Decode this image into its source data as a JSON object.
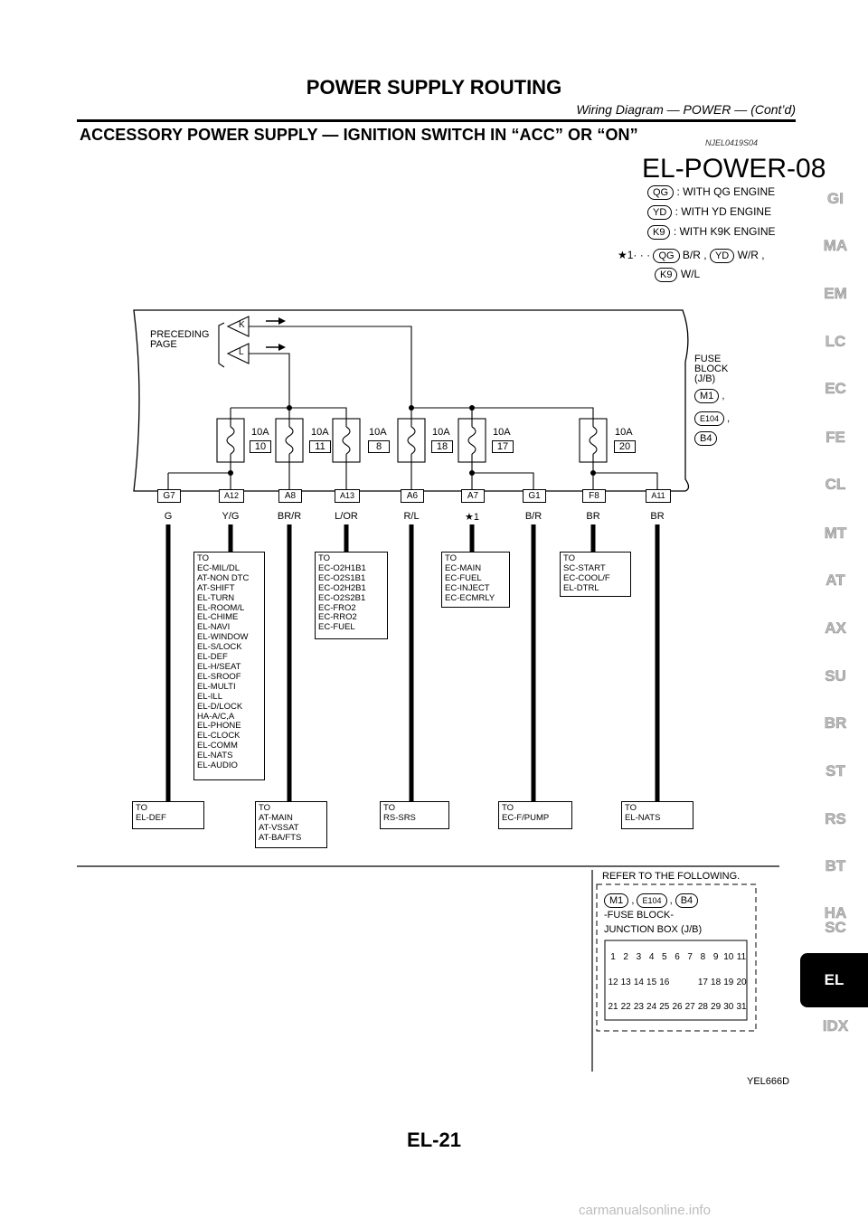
{
  "header": {
    "title": "POWER SUPPLY ROUTING",
    "subtitle": "Wiring Diagram — POWER — (Cont’d)"
  },
  "section": {
    "title": "ACCESSORY POWER SUPPLY — IGNITION SWITCH IN “ACC” OR “ON”",
    "ref": "NJEL0419S04"
  },
  "diagram_title": "EL-POWER-08",
  "legend": [
    {
      "code": "QG",
      "text": ": WITH QG ENGINE"
    },
    {
      "code": "YD",
      "text": ": WITH YD ENGINE"
    },
    {
      "code": "K9",
      "text": ": WITH K9K ENGINE"
    }
  ],
  "star_note": {
    "star": "★1· · ·",
    "items": [
      {
        "code": "QG",
        "color": "B/R"
      },
      {
        "code": "YD",
        "color": "W/R"
      },
      {
        "code": "K9",
        "color": "W/L"
      }
    ],
    "sep": ","
  },
  "preceding": {
    "label": "PRECEDING\nPAGE",
    "k": "K",
    "l": "L"
  },
  "fuse_block": {
    "label": "FUSE\nBLOCK\n(J/B)",
    "connectors": [
      "M1",
      "E104",
      "B4"
    ],
    "sep": ","
  },
  "fuses": [
    {
      "amp": "10A",
      "num": "10"
    },
    {
      "amp": "10A",
      "num": "11"
    },
    {
      "amp": "10A",
      "num": "8"
    },
    {
      "amp": "10A",
      "num": "18"
    },
    {
      "amp": "10A",
      "num": "17"
    },
    {
      "amp": "10A",
      "num": "20"
    }
  ],
  "pins": [
    "G7",
    "A12",
    "A8",
    "A13",
    "A6",
    "A7",
    "G1",
    "F8",
    "A11"
  ],
  "wire_colors": [
    "G",
    "Y/G",
    "BR/R",
    "L/OR",
    "R/L",
    "★1",
    "B/R",
    "BR",
    "BR"
  ],
  "dest_boxes": {
    "yg": "TO\nEC-MIL/DL\nAT-NON DTC\nAT-SHIFT\nEL-TURN\nEL-ROOM/L\nEL-CHIME\nEL-NAVI\nEL-WINDOW\nEL-S/LOCK\nEL-DEF\nEL-H/SEAT\nEL-SROOF\nEL-MULTI\nEL-ILL\nEL-D/LOCK\nHA-A/C,A\nEL-PHONE\nEL-CLOCK\nEL-COMM\nEL-NATS\nEL-AUDIO",
    "lor": "TO\nEC-O2H1B1\nEC-O2S1B1\nEC-O2H2B1\nEC-O2S2B1\nEC-FRO2\nEC-RRO2\nEC-FUEL",
    "star": "TO\nEC-MAIN\nEC-FUEL\nEC-INJECT\nEC-ECMRLY",
    "br1": "TO\nSC-START\nEC-COOL/F\nEL-DTRL",
    "g": "TO\nEL-DEF",
    "brr": "TO\nAT-MAIN\nAT-VSSAT\nAT-BA/FTS",
    "rl": "TO\nRS-SRS",
    "b_r": "TO\nEC-F/PUMP",
    "br2": "TO\nEL-NATS"
  },
  "reference": {
    "title": "REFER TO THE FOLLOWING.",
    "connectors": [
      "M1",
      "E104",
      "B4"
    ],
    "sep": ",",
    "line1": "-FUSE BLOCK-",
    "line2": "JUNCTION BOX (J/B)",
    "rows": [
      [
        "1",
        "2",
        "3",
        "4",
        "5",
        "6",
        "7",
        "8",
        "9",
        "10",
        "11"
      ],
      [
        "12",
        "13",
        "14",
        "15",
        "16",
        "",
        "",
        "17",
        "18",
        "19",
        "20"
      ],
      [
        "21",
        "22",
        "23",
        "24",
        "25",
        "26",
        "27",
        "28",
        "29",
        "30",
        "31"
      ]
    ]
  },
  "figure_code": "YEL666D",
  "side_tabs": [
    "GI",
    "MA",
    "EM",
    "LC",
    "EC",
    "FE",
    "CL",
    "MT",
    "AT",
    "AX",
    "SU",
    "BR",
    "ST",
    "RS",
    "BT",
    "HA",
    "SC",
    "EL",
    "IDX"
  ],
  "active_tab": "EL",
  "page_number": "EL-21",
  "watermark": "carmanualsonline.info"
}
